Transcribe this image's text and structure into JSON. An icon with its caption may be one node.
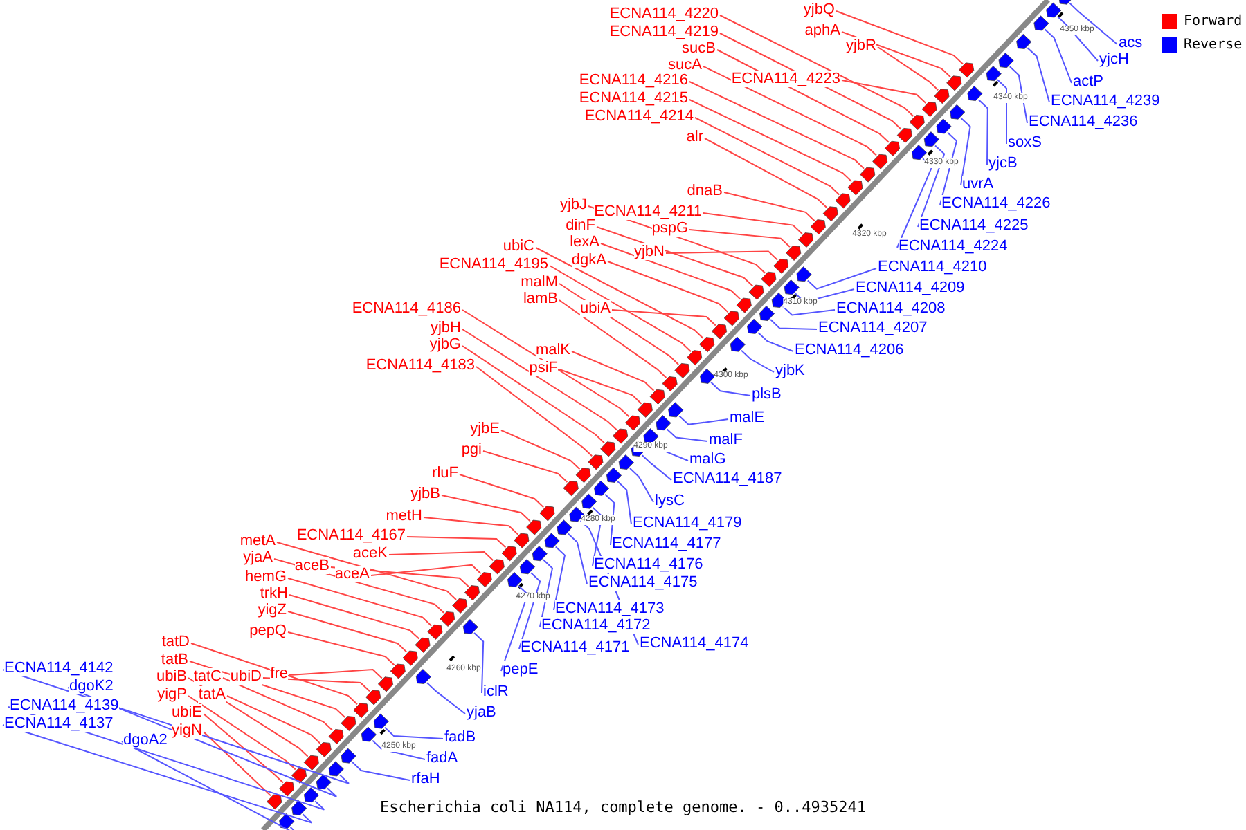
{
  "diagram": {
    "caption": "Escherichia coli NA114, complete genome. - 0..4935241",
    "nodes": [
      {
        "text": [
          "yjbQ"
        ]
      },
      {
        "text": [
          "aphA"
        ]
      },
      {
        "text": [
          "yjbR"
        ]
      },
      {
        "text": [
          "ECNA114_4220"
        ]
      },
      {
        "text": [
          "ECNA114_4219"
        ]
      },
      {
        "text": [
          "sucB"
        ]
      },
      {
        "text": [
          "sucA"
        ]
      },
      {
        "text": [
          "ECNA114_4223"
        ]
      },
      {
        "text": [
          "ECNA114_4216"
        ]
      },
      {
        "text": [
          "ECNA114_4215"
        ]
      },
      {
        "text": [
          "ECNA114_4214"
        ]
      },
      {
        "text": [
          "alr"
        ]
      },
      {
        "text": [
          "dnaB"
        ]
      },
      {
        "text": [
          "ECNA114_4211"
        ]
      },
      {
        "text": [
          "yjbJ"
        ]
      },
      {
        "text": [
          "pspG"
        ]
      },
      {
        "text": [
          "dinF"
        ]
      },
      {
        "text": [
          "lexA"
        ]
      },
      {
        "text": [
          "ubiC"
        ]
      },
      {
        "text": [
          "yjbN"
        ]
      },
      {
        "text": [
          "dgkA"
        ]
      },
      {
        "text": [
          "ECNA114_4195"
        ]
      },
      {
        "text": [
          "malM"
        ]
      },
      {
        "text": [
          "lamB"
        ]
      },
      {
        "text": [
          "ubiA"
        ]
      },
      {
        "text": [
          "ECNA114_4186"
        ]
      },
      {
        "text": [
          "yjbH"
        ]
      },
      {
        "text": [
          "yjbG"
        ]
      },
      {
        "text": [
          "malK"
        ]
      },
      {
        "text": [
          "ECNA114_4183"
        ]
      },
      {
        "text": [
          "psiF"
        ]
      },
      {
        "text": [
          "yjbE"
        ]
      },
      {
        "text": [
          "pgi"
        ]
      },
      {
        "text": [
          "rluF"
        ]
      },
      {
        "text": [
          "yjbB"
        ]
      },
      {
        "text": [
          "metH"
        ]
      },
      {
        "text": [
          "ECNA114_4167"
        ]
      },
      {
        "text": [
          "metA"
        ]
      },
      {
        "text": [
          "aceK"
        ]
      },
      {
        "text": [
          "yjaA"
        ]
      },
      {
        "text": [
          "aceB"
        ]
      },
      {
        "text": [
          "aceA"
        ]
      },
      {
        "text": [
          "hemG"
        ]
      },
      {
        "text": [
          "trkH"
        ]
      },
      {
        "text": [
          "yigZ"
        ]
      },
      {
        "text": [
          "pepQ"
        ]
      },
      {
        "text": [
          "tatD"
        ]
      },
      {
        "text": [
          "tatB"
        ]
      },
      {
        "text": [
          "ubiB"
        ]
      },
      {
        "text": [
          "tatC"
        ]
      },
      {
        "text": [
          "ubiD"
        ]
      },
      {
        "text": [
          "fre"
        ]
      },
      {
        "text": [
          "yigP"
        ]
      },
      {
        "text": [
          "tatA"
        ]
      },
      {
        "text": [
          "ubiE"
        ]
      },
      {
        "text": [
          "yigN"
        ]
      },
      {
        "text": [
          "ECNA114_4210"
        ]
      },
      {
        "text": [
          "ECNA114_4209"
        ]
      },
      {
        "text": [
          "ECNA114_4208"
        ]
      },
      {
        "text": [
          "ECNA114_4207"
        ]
      },
      {
        "text": [
          "ECNA114_4206"
        ]
      },
      {
        "text": [
          "yjbK"
        ]
      },
      {
        "text": [
          "plsB"
        ]
      },
      {
        "text": [
          "malE"
        ]
      },
      {
        "text": [
          "malF"
        ]
      },
      {
        "text": [
          "malG"
        ]
      },
      {
        "text": [
          "ECNA114_4187"
        ]
      },
      {
        "text": [
          "lysC"
        ]
      },
      {
        "text": [
          "ECNA114_4179"
        ]
      },
      {
        "text": [
          "ECNA114_4177"
        ]
      },
      {
        "text": [
          "ECNA114_4176"
        ]
      },
      {
        "text": [
          "ECNA114_4175"
        ]
      },
      {
        "text": [
          "ECNA114_4173"
        ]
      },
      {
        "text": [
          "ECNA114_4172"
        ]
      },
      {
        "text": [
          "ECNA114_4174"
        ]
      },
      {
        "text": [
          "ECNA114_4171"
        ]
      },
      {
        "text": [
          "pepE"
        ]
      },
      {
        "text": [
          "iclR"
        ]
      },
      {
        "text": [
          "yjaB"
        ]
      },
      {
        "text": [
          "fadB"
        ]
      },
      {
        "text": [
          "fadA"
        ]
      },
      {
        "text": [
          "rfaH"
        ]
      },
      {
        "text": [
          "acs"
        ]
      },
      {
        "text": [
          "yjcH"
        ]
      },
      {
        "text": [
          "actP"
        ]
      },
      {
        "text": [
          "ECNA114_4239"
        ]
      },
      {
        "text": [
          "ECNA114_4236"
        ]
      },
      {
        "text": [
          "soxS"
        ]
      },
      {
        "text": [
          "yjcB"
        ]
      },
      {
        "text": [
          "uvrA"
        ]
      },
      {
        "text": [
          "ECNA114_4226"
        ]
      },
      {
        "text": [
          "ECNA114_4225"
        ]
      },
      {
        "text": [
          "ECNA114_4224"
        ]
      },
      {
        "text": [
          "ECNA114_4142"
        ]
      },
      {
        "text": [
          "dgoK2"
        ]
      },
      {
        "text": [
          "ECNA114_4139"
        ]
      },
      {
        "text": [
          "ECNA114_4137"
        ]
      },
      {
        "text": [
          "dgoA2"
        ]
      },
      {
        "text": [],
        "shape": "pentagon"
      },
      {
        "text": [],
        "shape": "pentagon"
      },
      {
        "text": [],
        "shape": "pentagon"
      },
      {
        "text": [],
        "shape": "pentagon"
      },
      {
        "text": [],
        "shape": "pentagon"
      },
      {
        "text": [],
        "shape": "pentagon"
      },
      {
        "text": [],
        "shape": "pentagon"
      },
      {
        "text": [],
        "shape": "pentagon"
      },
      {
        "text": [],
        "shape": "pentagon"
      },
      {
        "text": [],
        "shape": "pentagon"
      },
      {
        "text": [],
        "shape": "pentagon"
      },
      {
        "text": [],
        "shape": "pentagon"
      },
      {
        "text": [],
        "shape": "pentagon"
      },
      {
        "text": [],
        "shape": "pentagon"
      },
      {
        "text": [],
        "shape": "pentagon"
      },
      {
        "text": [],
        "shape": "pentagon"
      },
      {
        "text": [],
        "shape": "pentagon"
      },
      {
        "text": [],
        "shape": "pentagon"
      },
      {
        "text": [],
        "shape": "pentagon"
      },
      {
        "text": [],
        "shape": "pentagon"
      },
      {
        "text": [],
        "shape": "pentagon"
      },
      {
        "text": [],
        "shape": "pentagon"
      },
      {
        "text": [],
        "shape": "pentagon"
      },
      {
        "text": [],
        "shape": "pentagon"
      },
      {
        "text": [],
        "shape": "pentagon"
      },
      {
        "text": [],
        "shape": "pentagon"
      },
      {
        "text": [],
        "shape": "pentagon"
      },
      {
        "text": [],
        "shape": "pentagon"
      },
      {
        "text": [],
        "shape": "pentagon"
      },
      {
        "text": [],
        "shape": "pentagon"
      },
      {
        "text": [],
        "shape": "pentagon"
      },
      {
        "text": [],
        "shape": "pentagon"
      },
      {
        "text": [],
        "shape": "pentagon"
      },
      {
        "text": [],
        "shape": "pentagon"
      },
      {
        "text": [],
        "shape": "pentagon"
      },
      {
        "text": [],
        "shape": "pentagon"
      },
      {
        "text": [],
        "shape": "pentagon"
      },
      {
        "text": [],
        "shape": "pentagon"
      },
      {
        "text": [],
        "shape": "pentagon"
      },
      {
        "text": [],
        "shape": "pentagon"
      },
      {
        "text": [],
        "shape": "pentagon"
      },
      {
        "text": [],
        "shape": "pentagon"
      },
      {
        "text": [],
        "shape": "pentagon"
      },
      {
        "text": [],
        "shape": "pentagon"
      },
      {
        "text": [],
        "shape": "pentagon"
      },
      {
        "text": [],
        "shape": "pentagon"
      },
      {
        "text": [],
        "shape": "pentagon"
      },
      {
        "text": [],
        "shape": "pentagon"
      },
      {
        "text": [],
        "shape": "pentagon"
      },
      {
        "text": [],
        "shape": "pentagon"
      },
      {
        "text": [],
        "shape": "pentagon"
      },
      {
        "text": [],
        "shape": "pentagon"
      },
      {
        "text": [],
        "shape": "pentagon"
      },
      {
        "text": [],
        "shape": "pentagon"
      },
      {
        "text": [],
        "shape": "pentagon"
      },
      {
        "text": [],
        "shape": "pentagon"
      },
      {
        "text": [],
        "shape": "pentagon"
      },
      {
        "text": [],
        "shape": "pentagon"
      },
      {
        "text": [],
        "shape": "pentagon"
      },
      {
        "text": [],
        "shape": "pentagon"
      },
      {
        "text": [],
        "shape": "pentagon"
      },
      {
        "text": [],
        "shape": "pentagon"
      },
      {
        "text": [],
        "shape": "pentagon"
      },
      {
        "text": [],
        "shape": "pentagon"
      },
      {
        "text": [],
        "shape": "pentagon"
      },
      {
        "text": [],
        "shape": "pentagon"
      },
      {
        "text": [],
        "shape": "pentagon"
      },
      {
        "text": [],
        "shape": "pentagon"
      },
      {
        "text": [],
        "shape": "pentagon"
      },
      {
        "text": [],
        "shape": "pentagon"
      },
      {
        "text": [],
        "shape": "pentagon"
      },
      {
        "text": [],
        "shape": "pentagon"
      },
      {
        "text": [],
        "shape": "pentagon"
      },
      {
        "text": [],
        "shape": "pentagon"
      },
      {
        "text": [],
        "shape": "pentagon"
      },
      {
        "text": [],
        "shape": "pentagon"
      },
      {
        "text": [],
        "shape": "pentagon"
      },
      {
        "text": [],
        "shape": "pentagon"
      },
      {
        "text": [],
        "shape": "pentagon"
      },
      {
        "text": [],
        "shape": "pentagon"
      },
      {
        "text": [],
        "shape": "pentagon"
      },
      {
        "text": [],
        "shape": "pentagon"
      },
      {
        "text": [],
        "shape": "pentagon"
      },
      {
        "text": [],
        "shape": "pentagon"
      },
      {
        "text": [],
        "shape": "pentagon"
      },
      {
        "text": [],
        "shape": "pentagon"
      },
      {
        "text": [],
        "shape": "pentagon"
      },
      {
        "text": [],
        "shape": "pentagon"
      },
      {
        "text": [],
        "shape": "pentagon"
      },
      {
        "text": [],
        "shape": "pentagon"
      },
      {
        "text": [],
        "shape": "pentagon"
      },
      {
        "text": [],
        "shape": "pentagon"
      },
      {
        "text": [],
        "shape": "pentagon"
      },
      {
        "text": [],
        "shape": "pentagon"
      },
      {
        "text": [],
        "shape": "pentagon"
      },
      {
        "text": [],
        "shape": "pentagon"
      },
      {
        "text": [],
        "shape": "pentagon"
      },
      {
        "text": [],
        "shape": "pentagon"
      }
    ],
    "edges": [
      {
        "from": 0,
        "to": 98,
        "arrow": "none"
      },
      {
        "from": 1,
        "to": 99,
        "arrow": "none"
      },
      {
        "from": 2,
        "to": 100,
        "arrow": "none"
      },
      {
        "from": 3,
        "to": 101,
        "arrow": "none"
      },
      {
        "from": 4,
        "to": 102,
        "arrow": "none"
      },
      {
        "from": 5,
        "to": 103,
        "arrow": "none"
      },
      {
        "from": 6,
        "to": 104,
        "arrow": "none"
      },
      {
        "from": 7,
        "to": 105,
        "arrow": "none"
      },
      {
        "from": 8,
        "to": 106,
        "arrow": "none"
      },
      {
        "from": 9,
        "to": 107,
        "arrow": "none"
      },
      {
        "from": 10,
        "to": 108,
        "arrow": "none"
      },
      {
        "from": 11,
        "to": 109,
        "arrow": "none"
      },
      {
        "from": 12,
        "to": 110,
        "arrow": "none"
      },
      {
        "from": 13,
        "to": 111,
        "arrow": "none"
      },
      {
        "from": 14,
        "to": 112,
        "arrow": "none"
      },
      {
        "from": 15,
        "to": 113,
        "arrow": "none"
      },
      {
        "from": 16,
        "to": 114,
        "arrow": "none"
      },
      {
        "from": 17,
        "to": 115,
        "arrow": "none"
      },
      {
        "from": 18,
        "to": 116,
        "arrow": "none"
      },
      {
        "from": 19,
        "to": 117,
        "arrow": "none"
      },
      {
        "from": 20,
        "to": 118,
        "arrow": "none"
      },
      {
        "from": 21,
        "to": 119,
        "arrow": "none"
      },
      {
        "from": 22,
        "to": 120,
        "arrow": "none"
      },
      {
        "from": 23,
        "to": 121,
        "arrow": "none"
      },
      {
        "from": 24,
        "to": 122,
        "arrow": "none"
      },
      {
        "from": 25,
        "to": 123,
        "arrow": "none"
      },
      {
        "from": 26,
        "to": 124,
        "arrow": "none"
      },
      {
        "from": 27,
        "to": 125,
        "arrow": "none"
      },
      {
        "from": 28,
        "to": 126,
        "arrow": "none"
      },
      {
        "from": 29,
        "to": 127,
        "arrow": "none"
      },
      {
        "from": 30,
        "to": 128,
        "arrow": "none"
      },
      {
        "from": 31,
        "to": 129,
        "arrow": "none"
      },
      {
        "from": 32,
        "to": 130,
        "arrow": "none"
      },
      {
        "from": 33,
        "to": 131,
        "arrow": "none"
      },
      {
        "from": 34,
        "to": 132,
        "arrow": "none"
      },
      {
        "from": 35,
        "to": 133,
        "arrow": "none"
      },
      {
        "from": 36,
        "to": 134,
        "arrow": "none"
      },
      {
        "from": 37,
        "to": 135,
        "arrow": "none"
      },
      {
        "from": 38,
        "to": 136,
        "arrow": "none"
      },
      {
        "from": 39,
        "to": 137,
        "arrow": "none"
      },
      {
        "from": 40,
        "to": 138,
        "arrow": "none"
      },
      {
        "from": 41,
        "to": 139,
        "arrow": "none"
      },
      {
        "from": 42,
        "to": 140,
        "arrow": "none"
      },
      {
        "from": 43,
        "to": 141,
        "arrow": "none"
      },
      {
        "from": 44,
        "to": 142,
        "arrow": "none"
      },
      {
        "from": 45,
        "to": 143,
        "arrow": "none"
      },
      {
        "from": 46,
        "to": 144,
        "arrow": "none"
      },
      {
        "from": 47,
        "to": 145,
        "arrow": "none"
      },
      {
        "from": 48,
        "to": 146,
        "arrow": "none"
      },
      {
        "from": 49,
        "to": 147,
        "arrow": "none"
      },
      {
        "from": 50,
        "to": 148,
        "arrow": "none"
      },
      {
        "from": 51,
        "to": 149,
        "arrow": "none"
      },
      {
        "from": 52,
        "to": 150,
        "arrow": "none"
      },
      {
        "from": 53,
        "to": 151,
        "arrow": "none"
      },
      {
        "from": 54,
        "to": 152,
        "arrow": "none"
      },
      {
        "from": 55,
        "to": 153,
        "arrow": "none"
      },
      {
        "from": 56,
        "to": 154,
        "arrow": "none",
        "color": "#5555ff"
      },
      {
        "from": 57,
        "to": 155,
        "arrow": "none",
        "color": "#5555ff"
      },
      {
        "from": 58,
        "to": 156,
        "arrow": "none",
        "color": "#5555ff"
      },
      {
        "from": 59,
        "to": 157,
        "arrow": "none",
        "color": "#5555ff"
      },
      {
        "from": 60,
        "to": 158,
        "arrow": "none",
        "color": "#5555ff"
      },
      {
        "from": 61,
        "to": 159,
        "arrow": "none",
        "color": "#5555ff"
      },
      {
        "from": 62,
        "to": 160,
        "arrow": "none",
        "color": "#5555ff"
      },
      {
        "from": 63,
        "to": 161,
        "arrow": "none",
        "color": "#5555ff"
      },
      {
        "from": 64,
        "to": 162,
        "arrow": "none",
        "color": "#5555ff"
      },
      {
        "from": 65,
        "to": 163,
        "arrow": "none",
        "color": "#5555ff"
      },
      {
        "from": 66,
        "to": 164,
        "arrow": "none",
        "color": "#5555ff"
      },
      {
        "from": 67,
        "to": 165,
        "arrow": "none",
        "color": "#5555ff"
      },
      {
        "from": 68,
        "to": 166,
        "arrow": "none",
        "color": "#5555ff"
      },
      {
        "from": 69,
        "to": 167,
        "arrow": "none",
        "color": "#5555ff"
      },
      {
        "from": 70,
        "to": 168,
        "arrow": "none",
        "color": "#5555ff"
      },
      {
        "from": 71,
        "to": 169,
        "arrow": "none",
        "color": "#5555ff"
      },
      {
        "from": 72,
        "to": 170,
        "arrow": "none",
        "color": "#5555ff"
      },
      {
        "from": 73,
        "to": 171,
        "arrow": "none",
        "color": "#5555ff"
      },
      {
        "from": 74,
        "to": 172,
        "arrow": "none",
        "color": "#5555ff"
      },
      {
        "from": 75,
        "to": 173,
        "arrow": "none",
        "color": "#5555ff"
      },
      {
        "from": 76,
        "to": 174,
        "arrow": "none",
        "color": "#5555ff"
      },
      {
        "from": 77,
        "to": 175,
        "arrow": "none",
        "color": "#5555ff"
      },
      {
        "from": 78,
        "to": 176,
        "arrow": "none",
        "color": "#5555ff"
      },
      {
        "from": 79,
        "to": 177,
        "arrow": "none",
        "color": "#5555ff"
      },
      {
        "from": 80,
        "to": 178,
        "arrow": "none",
        "color": "#5555ff"
      },
      {
        "from": 81,
        "to": 179,
        "arrow": "none",
        "color": "#5555ff"
      },
      {
        "from": 82,
        "to": 180,
        "arrow": "none",
        "color": "#5555ff"
      },
      {
        "from": 83,
        "to": 181,
        "arrow": "none",
        "color": "#5555ff"
      },
      {
        "from": 84,
        "to": 182,
        "arrow": "none",
        "color": "#5555ff"
      },
      {
        "from": 85,
        "to": 183,
        "arrow": "none",
        "color": "#5555ff"
      },
      {
        "from": 86,
        "to": 184,
        "arrow": "none",
        "color": "#5555ff"
      },
      {
        "from": 87,
        "to": 185,
        "arrow": "none",
        "color": "#5555ff"
      },
      {
        "from": 88,
        "to": 186,
        "arrow": "none",
        "color": "#5555ff"
      },
      {
        "from": 89,
        "to": 187,
        "arrow": "none",
        "color": "#5555ff"
      },
      {
        "from": 90,
        "to": 188,
        "arrow": "none",
        "color": "#5555ff"
      },
      {
        "from": 91,
        "to": 189,
        "arrow": "none",
        "color": "#5555ff"
      },
      {
        "from": 92,
        "to": 190,
        "arrow": "none",
        "color": "#5555ff"
      },
      {
        "from": 93,
        "to": 191,
        "arrow": "none",
        "color": "#5555ff"
      },
      {
        "from": 94,
        "to": 192,
        "arrow": "none",
        "color": "#5555ff"
      },
      {
        "from": 95,
        "to": 193,
        "arrow": "none",
        "color": "#5555ff"
      },
      {
        "from": 96,
        "to": 194,
        "arrow": "none",
        "color": "#5555ff"
      },
      {
        "from": 97,
        "to": 195,
        "arrow": "none",
        "color": "#5555ff"
      }
    ],
    "labels": [
      "4350 kbp",
      "4340 kbp",
      "4330 kbp",
      "4320 kbp",
      "4310 kbp",
      "4300 kbp",
      "4290 kbp",
      "4280 kbp",
      "4270 kbp",
      "4260 kbp",
      "4250 kbp"
    ],
    "legend": [
      {
        "text": "Forward",
        "color": "#ff0000"
      },
      {
        "text": "Reverse",
        "color": "#0000ff"
      }
    ]
  }
}
